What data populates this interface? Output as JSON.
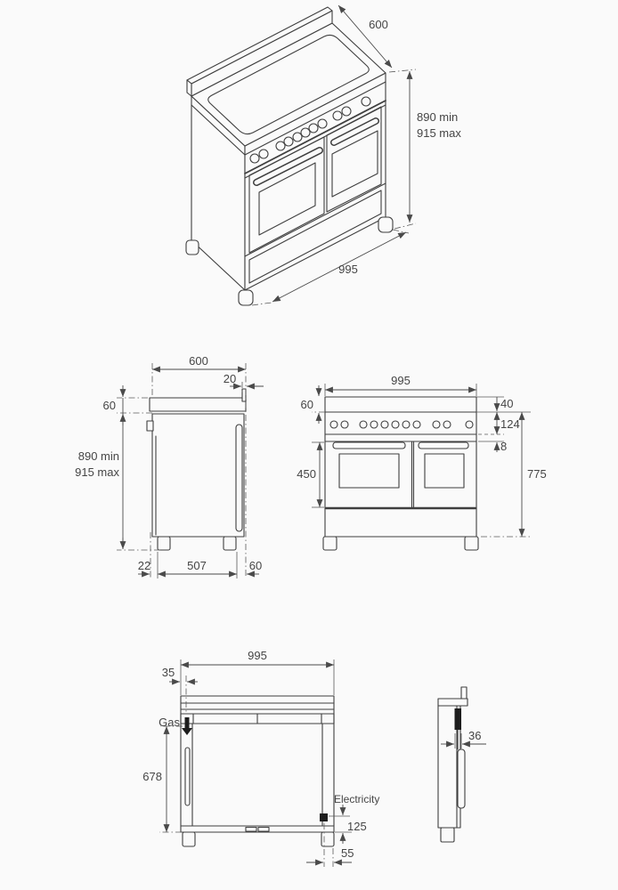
{
  "title": "Range cooker installation dimensions diagram",
  "colors": {
    "background": "#fafafa",
    "line": "#3f3f3f",
    "text": "#454545",
    "connection_marker": "#1d1d1d"
  },
  "views": {
    "isometric": {
      "depth": "600",
      "height_min": "890 min",
      "height_max": "915 max",
      "width": "995"
    },
    "side": {
      "depth": "600",
      "backsplash_depth": "20",
      "top_section_height": "60",
      "height_min": "890 min",
      "height_max": "915 max",
      "front_offset": "22",
      "feet_span": "507",
      "rear_offset": "60"
    },
    "front": {
      "width": "995",
      "top_section_height": "60",
      "backsplash_height": "40",
      "control_panel_height": "124",
      "trim_gap": "8",
      "door_height": "450",
      "body_height": "775"
    },
    "rear": {
      "width": "995",
      "gas_offset": "35",
      "gas_label": "Gas",
      "height": "678",
      "electricity_label": "Electricity",
      "electricity_height": "125",
      "electricity_offset": "55"
    },
    "profile": {
      "pipe_clearance": "36"
    }
  }
}
